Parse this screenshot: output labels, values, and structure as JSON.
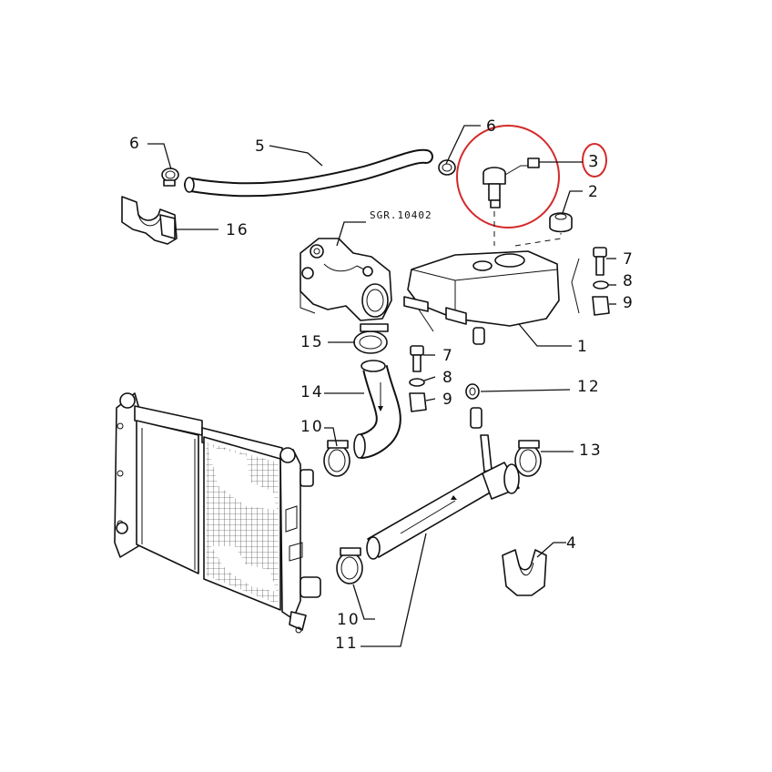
{
  "diagram": {
    "reference_code": "SGR.10402",
    "highlight_color": "#d42a2a",
    "labels": {
      "l6a": "6",
      "l5": "5",
      "l6b": "6",
      "l3": "3",
      "l2": "2",
      "l16": "16",
      "l7a": "7",
      "l8a": "8",
      "l9a": "9",
      "l1": "1",
      "l15": "15",
      "l7b": "7",
      "l8b": "8",
      "l9b": "9",
      "l12": "12",
      "l14": "14",
      "l10a": "10",
      "l13": "13",
      "l4": "4",
      "l10b": "10",
      "l11": "11"
    }
  }
}
